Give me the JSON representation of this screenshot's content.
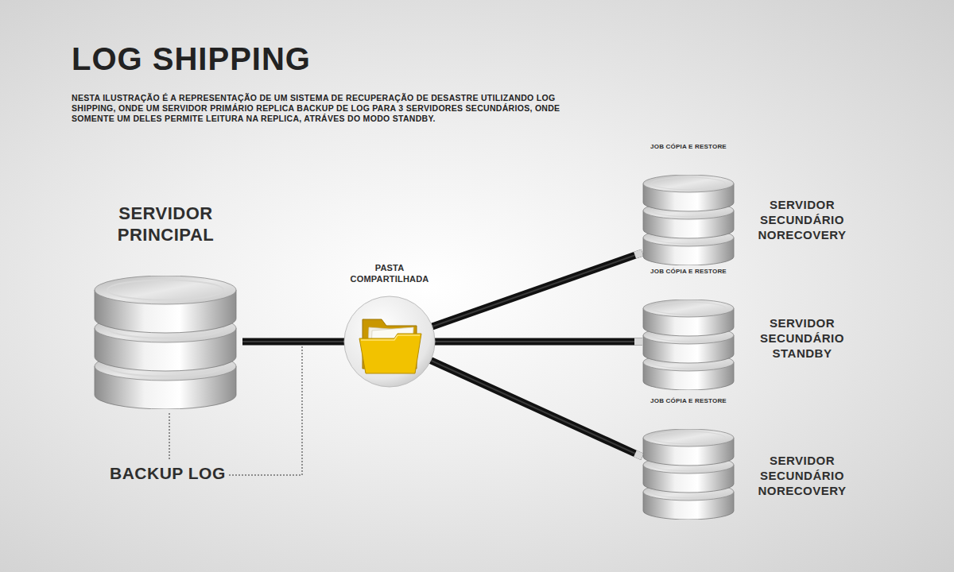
{
  "diagram": {
    "title": "LOG SHIPPING",
    "caption": "NESTA ILUSTRAÇÃO É A REPRESENTAÇÃO DE UM SISTEMA DE RECUPERAÇÃO DE DESASTRE UTILIZANDO LOG SHIPPING, ONDE UM SERVIDOR PRIMÁRIO REPLICA BACKUP DE LOG PARA 3 SERVIDORES SECUNDÁRIOS, ONDE SOMENTE UM DELES PERMITE LEITURA NA REPLICA, ATRÁVES DO MODO STANDBY.",
    "nodes": [
      {
        "text": [
          "SERVIDOR PRINCIPAL"
        ]
      },
      {
        "text": [
          "PASTA COMPARTILHADA"
        ]
      },
      {
        "text": [
          "JOB CÓPIA E RESTORE",
          "SERVIDOR SECUNDÁRIO NORECOVERY"
        ]
      },
      {
        "text": [
          "JOB CÓPIA E RESTORE",
          "SERVIDOR SECUNDÁRIO STANDBY"
        ]
      },
      {
        "text": [
          "JOB CÓPIA E RESTORE",
          "SERVIDOR SECUNDÁRIO NORECOVERY"
        ]
      }
    ],
    "edges": [
      {
        "from": 0,
        "to": 1,
        "arrow": "none"
      },
      {
        "from": 1,
        "to": 2,
        "arrow": "none"
      },
      {
        "from": 1,
        "to": 3,
        "arrow": "none"
      },
      {
        "from": 1,
        "to": 4,
        "arrow": "none"
      }
    ],
    "labels": [
      "BACKUP LOG"
    ]
  }
}
